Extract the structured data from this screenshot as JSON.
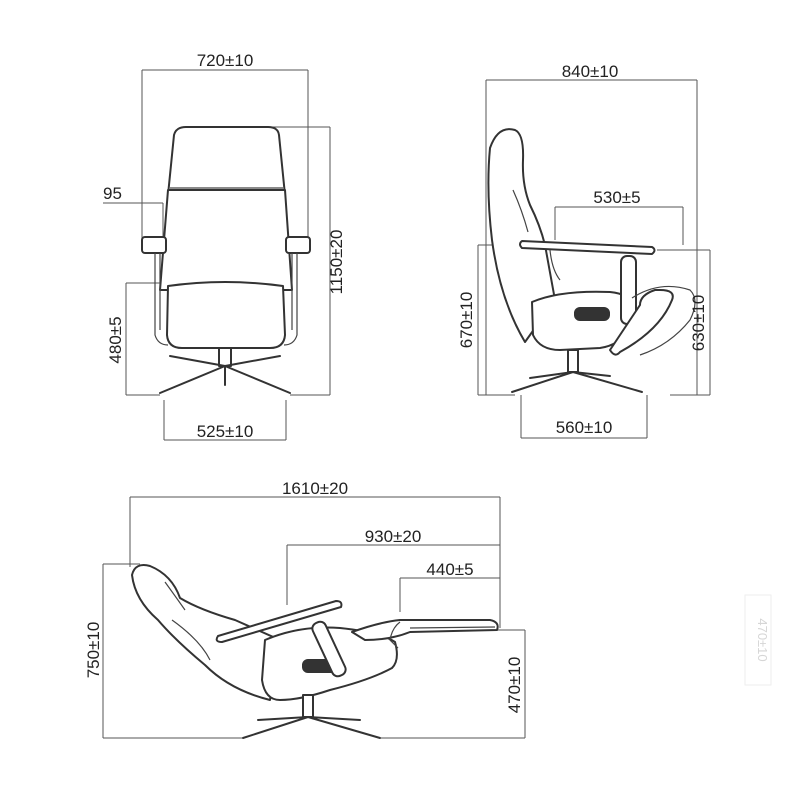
{
  "front_view": {
    "width_overall": "720±10",
    "armrest_height_offset": "95",
    "total_height": "1150±20",
    "seat_height": "480±5",
    "base_width": "525±10"
  },
  "side_view": {
    "depth_overall": "840±10",
    "armrest_length": "530±5",
    "armrest_height": "670±10",
    "footrest_height": "630±10",
    "base_depth": "560±10"
  },
  "reclined_view": {
    "length_overall": "1610±20",
    "legrest_reach": "930±20",
    "footrest_length": "440±5",
    "reclined_height": "750±10",
    "footrest_tip_height": "470±10",
    "ghost_label": "470±10"
  },
  "colors": {
    "line": "#333333",
    "dimension": "#555555",
    "background": "#ffffff"
  }
}
